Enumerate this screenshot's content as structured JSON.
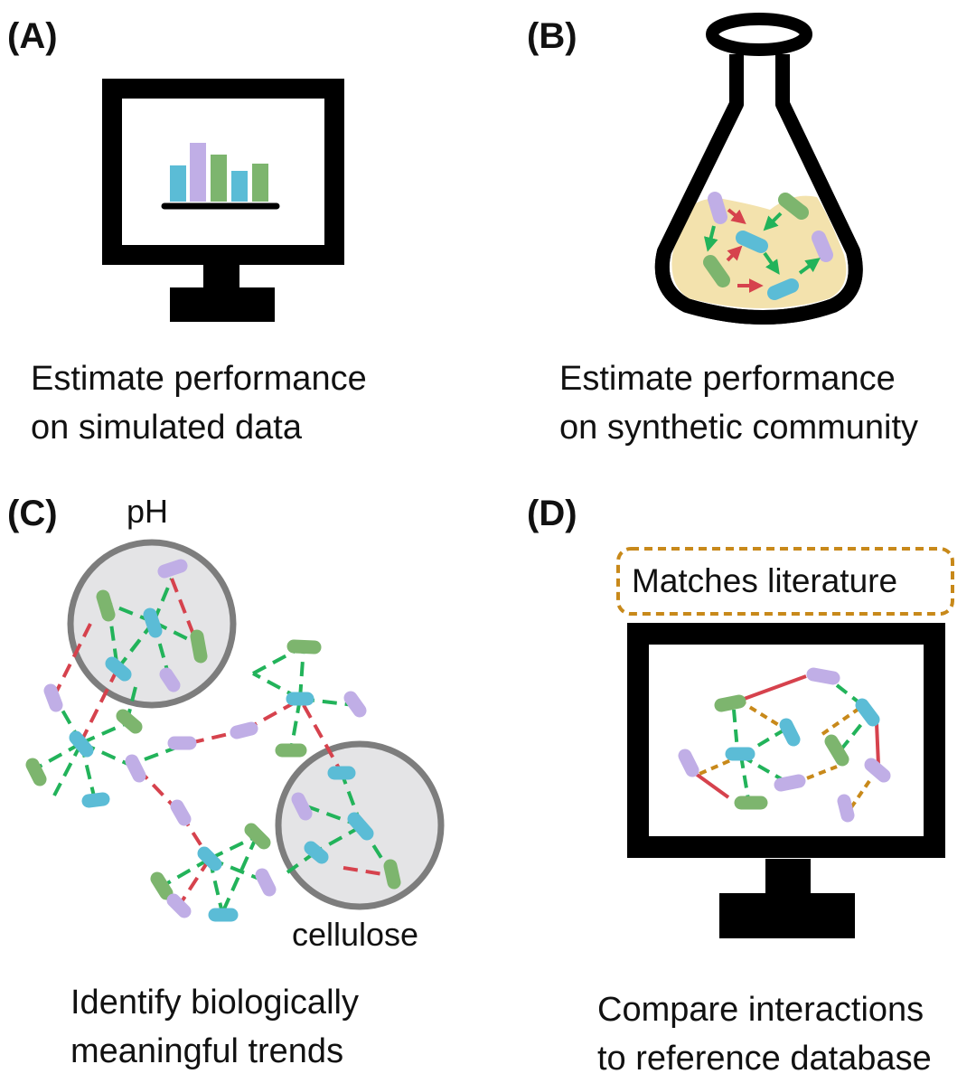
{
  "panels": [
    {
      "id": "A",
      "label": "(A)",
      "caption": [
        "Estimate performance",
        "on simulated data"
      ]
    },
    {
      "id": "B",
      "label": "(B)",
      "caption": [
        "Estimate performance",
        "on synthetic community"
      ]
    },
    {
      "id": "C",
      "label": "(C)",
      "caption": [
        "Identify biologically",
        "meaningful trends"
      ],
      "circle_labels": {
        "first": "pH",
        "second": "cellulose"
      }
    },
    {
      "id": "D",
      "label": "(D)",
      "caption": [
        "Compare interactions",
        "to reference database"
      ],
      "callout": "Matches literature"
    }
  ],
  "colors": {
    "outline": "#000000",
    "teal": "#5bbcd6",
    "lavender": "#c0aee6",
    "green": "#7db56e",
    "red": "#d6424d",
    "bright_green": "#22b35a",
    "orange_dash": "#c8891a",
    "liquid": "#f3e2ad",
    "circle_fill": "#e4e4e6",
    "circle_stroke": "#7d7d7d"
  }
}
